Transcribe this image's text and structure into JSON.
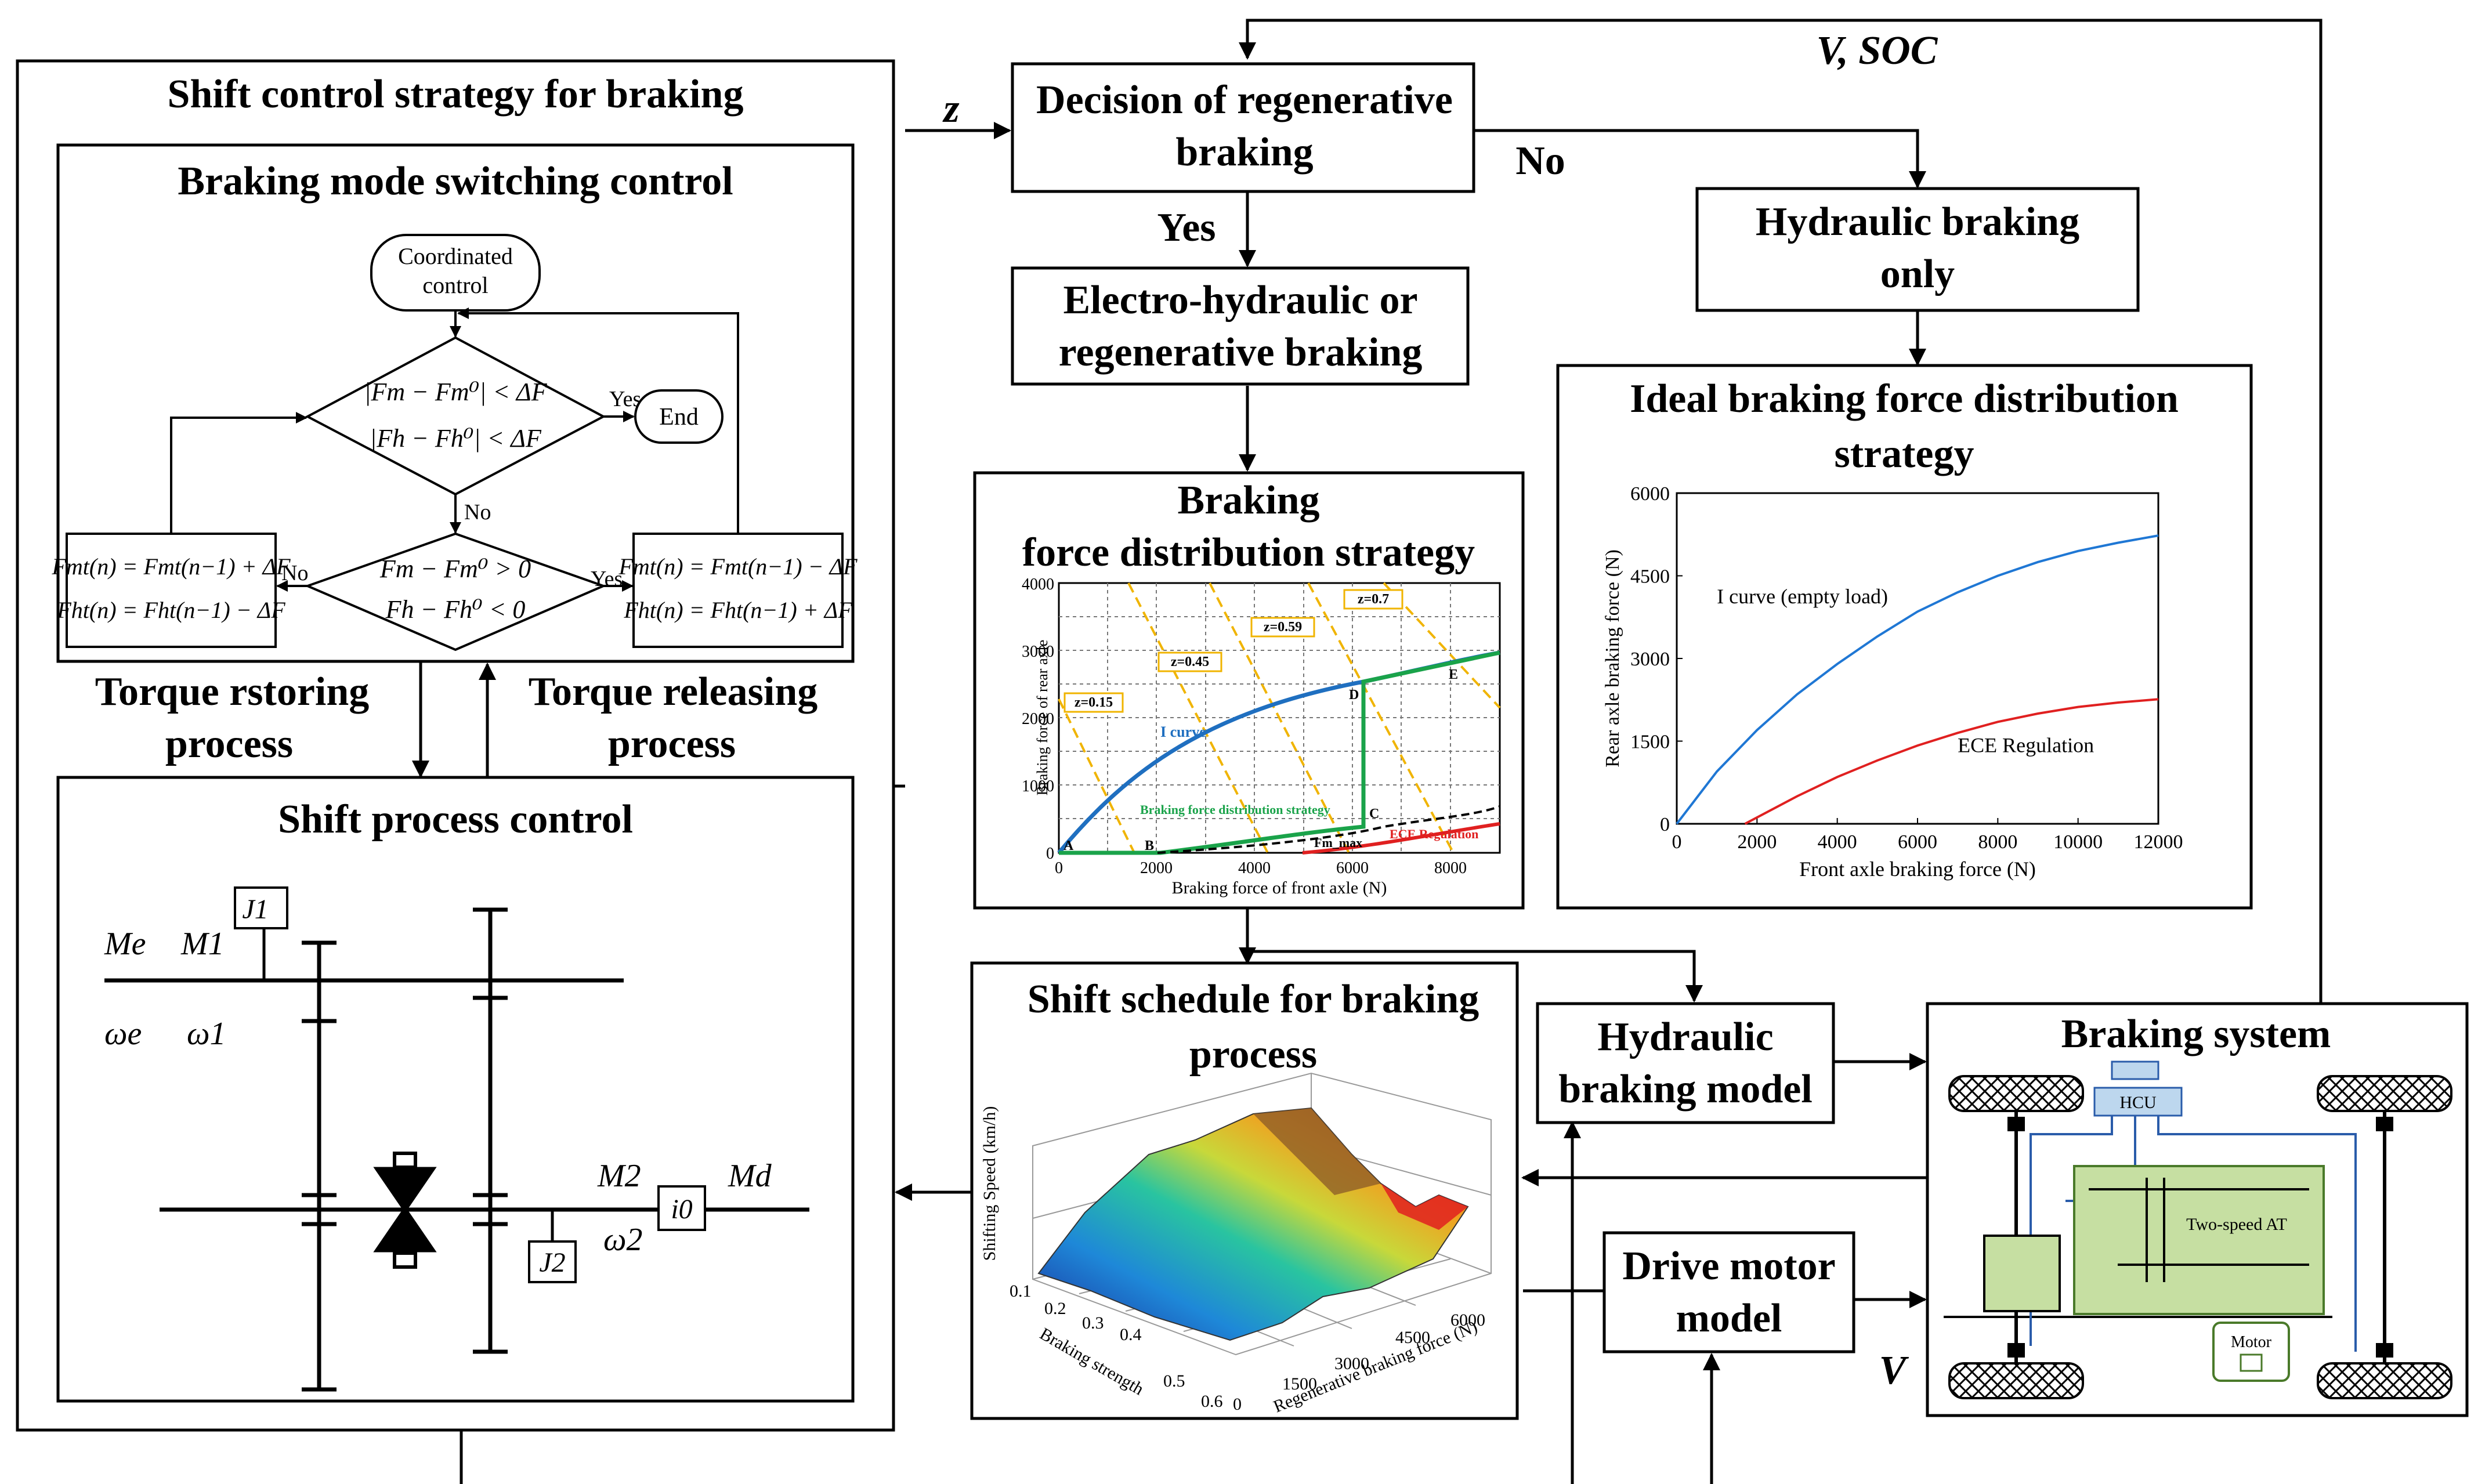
{
  "signals": {
    "v_soc": "V, SOC",
    "z": "z",
    "v": "V"
  },
  "shift_strategy": {
    "title": "Shift control strategy for braking",
    "mode_switching": {
      "title": "Braking mode switching control",
      "start": [
        "Coordinated",
        "control"
      ],
      "cond1": [
        "|Fm − Fm⁰| < ΔF",
        "|Fh − Fh⁰| < ΔF"
      ],
      "cond2": [
        "Fm − Fm⁰ > 0",
        "Fh − Fh⁰ < 0"
      ],
      "yes": "Yes",
      "no": "No",
      "end": "End",
      "left_box": [
        "Fmt(n) = Fmt(n−1) + ΔF",
        "Fht(n) = Fht(n−1) − ΔF"
      ],
      "right_box": [
        "Fmt(n) = Fmt(n−1) − ΔF",
        "Fht(n) = Fht(n−1) + ΔF"
      ]
    },
    "torque_restoring": [
      "Torque rstoring",
      "process"
    ],
    "torque_releasing": [
      "Torque releasing",
      "process"
    ],
    "shift_process": {
      "title": "Shift process control",
      "labels": {
        "Me": "Me",
        "M1": "M1",
        "J1": "J1",
        "we": "ωe",
        "w1": "ω1",
        "M2": "M2",
        "Md": "Md",
        "i0": "i0",
        "J2": "J2",
        "w2": "ω2"
      }
    }
  },
  "decision": {
    "title": [
      "Decision of regenerative",
      "braking"
    ],
    "yes": "Yes",
    "no": "No"
  },
  "electro": {
    "title": [
      "Electro-hydraulic or",
      "regenerative braking"
    ]
  },
  "hydraulic_only": {
    "title": [
      "Hydraulic braking",
      "only"
    ]
  },
  "bfd": {
    "title": [
      "Braking",
      "force distribution strategy"
    ],
    "xlabel": "Braking force of front axle (N)",
    "ylabel": "Braking force of rear axle",
    "xticks": [
      "0",
      "2000",
      "4000",
      "6000",
      "8000"
    ],
    "yticks": [
      "0",
      "1000",
      "2000",
      "3000",
      "4000"
    ],
    "z_labels": [
      "z=0.15",
      "z=0.45",
      "z=0.59",
      "z=0.7"
    ],
    "i_curve": "I curve",
    "bfd_label": "Braking force distribution strategy",
    "ece": "ECE Regulation",
    "fm_max": "Fm_max",
    "points": [
      "A",
      "B",
      "C",
      "D",
      "E"
    ]
  },
  "ideal": {
    "title": [
      "Ideal braking force distribution",
      "strategy"
    ],
    "chart": {
      "type": "line",
      "xlabel": "Front axle braking force (N)",
      "ylabel": "Rear axle braking force (N)",
      "xticks": [
        "0",
        "2000",
        "4000",
        "6000",
        "8000",
        "10000",
        "12000"
      ],
      "yticks": [
        "0",
        "1500",
        "3000",
        "4500",
        "6000"
      ],
      "xlim": [
        0,
        12000
      ],
      "ylim": [
        0,
        6000
      ],
      "series": [
        {
          "name": "I curve (empty load)",
          "color": "#1f77d4",
          "x": [
            0,
            1000,
            2000,
            3000,
            4000,
            5000,
            6000,
            7000,
            8000,
            9000,
            10000,
            11000,
            12000
          ],
          "y": [
            0,
            950,
            1700,
            2350,
            2900,
            3400,
            3850,
            4200,
            4500,
            4750,
            4950,
            5100,
            5230
          ]
        },
        {
          "name": "ECE Regulation",
          "color": "#e02020",
          "x": [
            1700,
            3000,
            4000,
            5000,
            6000,
            7000,
            8000,
            9000,
            10000,
            11000,
            12000
          ],
          "y": [
            0,
            500,
            850,
            1150,
            1420,
            1650,
            1850,
            2000,
            2120,
            2200,
            2260
          ]
        }
      ]
    }
  },
  "shift_schedule": {
    "title": [
      "Shift schedule for braking",
      "process"
    ],
    "zlabel": "Shifting Speed (km/h)",
    "xlabel": "Braking strength",
    "ylabel": "Regenerative braking force (N)",
    "xticks": [
      "0.1",
      "0.2",
      "0.3",
      "0.4",
      "0.5",
      "0.6"
    ],
    "yticks": [
      "0",
      "1500",
      "3000",
      "4500",
      "6000"
    ]
  },
  "hydraulic_model": {
    "title": [
      "Hydraulic",
      "braking model"
    ]
  },
  "drive_motor": {
    "title": [
      "Drive motor",
      "model"
    ]
  },
  "braking_system": {
    "title": "Braking system",
    "hcu": "HCU",
    "at": "Two-speed AT",
    "motor": "Motor"
  },
  "colors": {
    "blue": "#1f6fc0",
    "green": "#1aa34a",
    "red": "#e02020",
    "orange": "#f0b400",
    "at_fill": "#c6dfa2",
    "hcu_fill": "#bdd7ee"
  }
}
